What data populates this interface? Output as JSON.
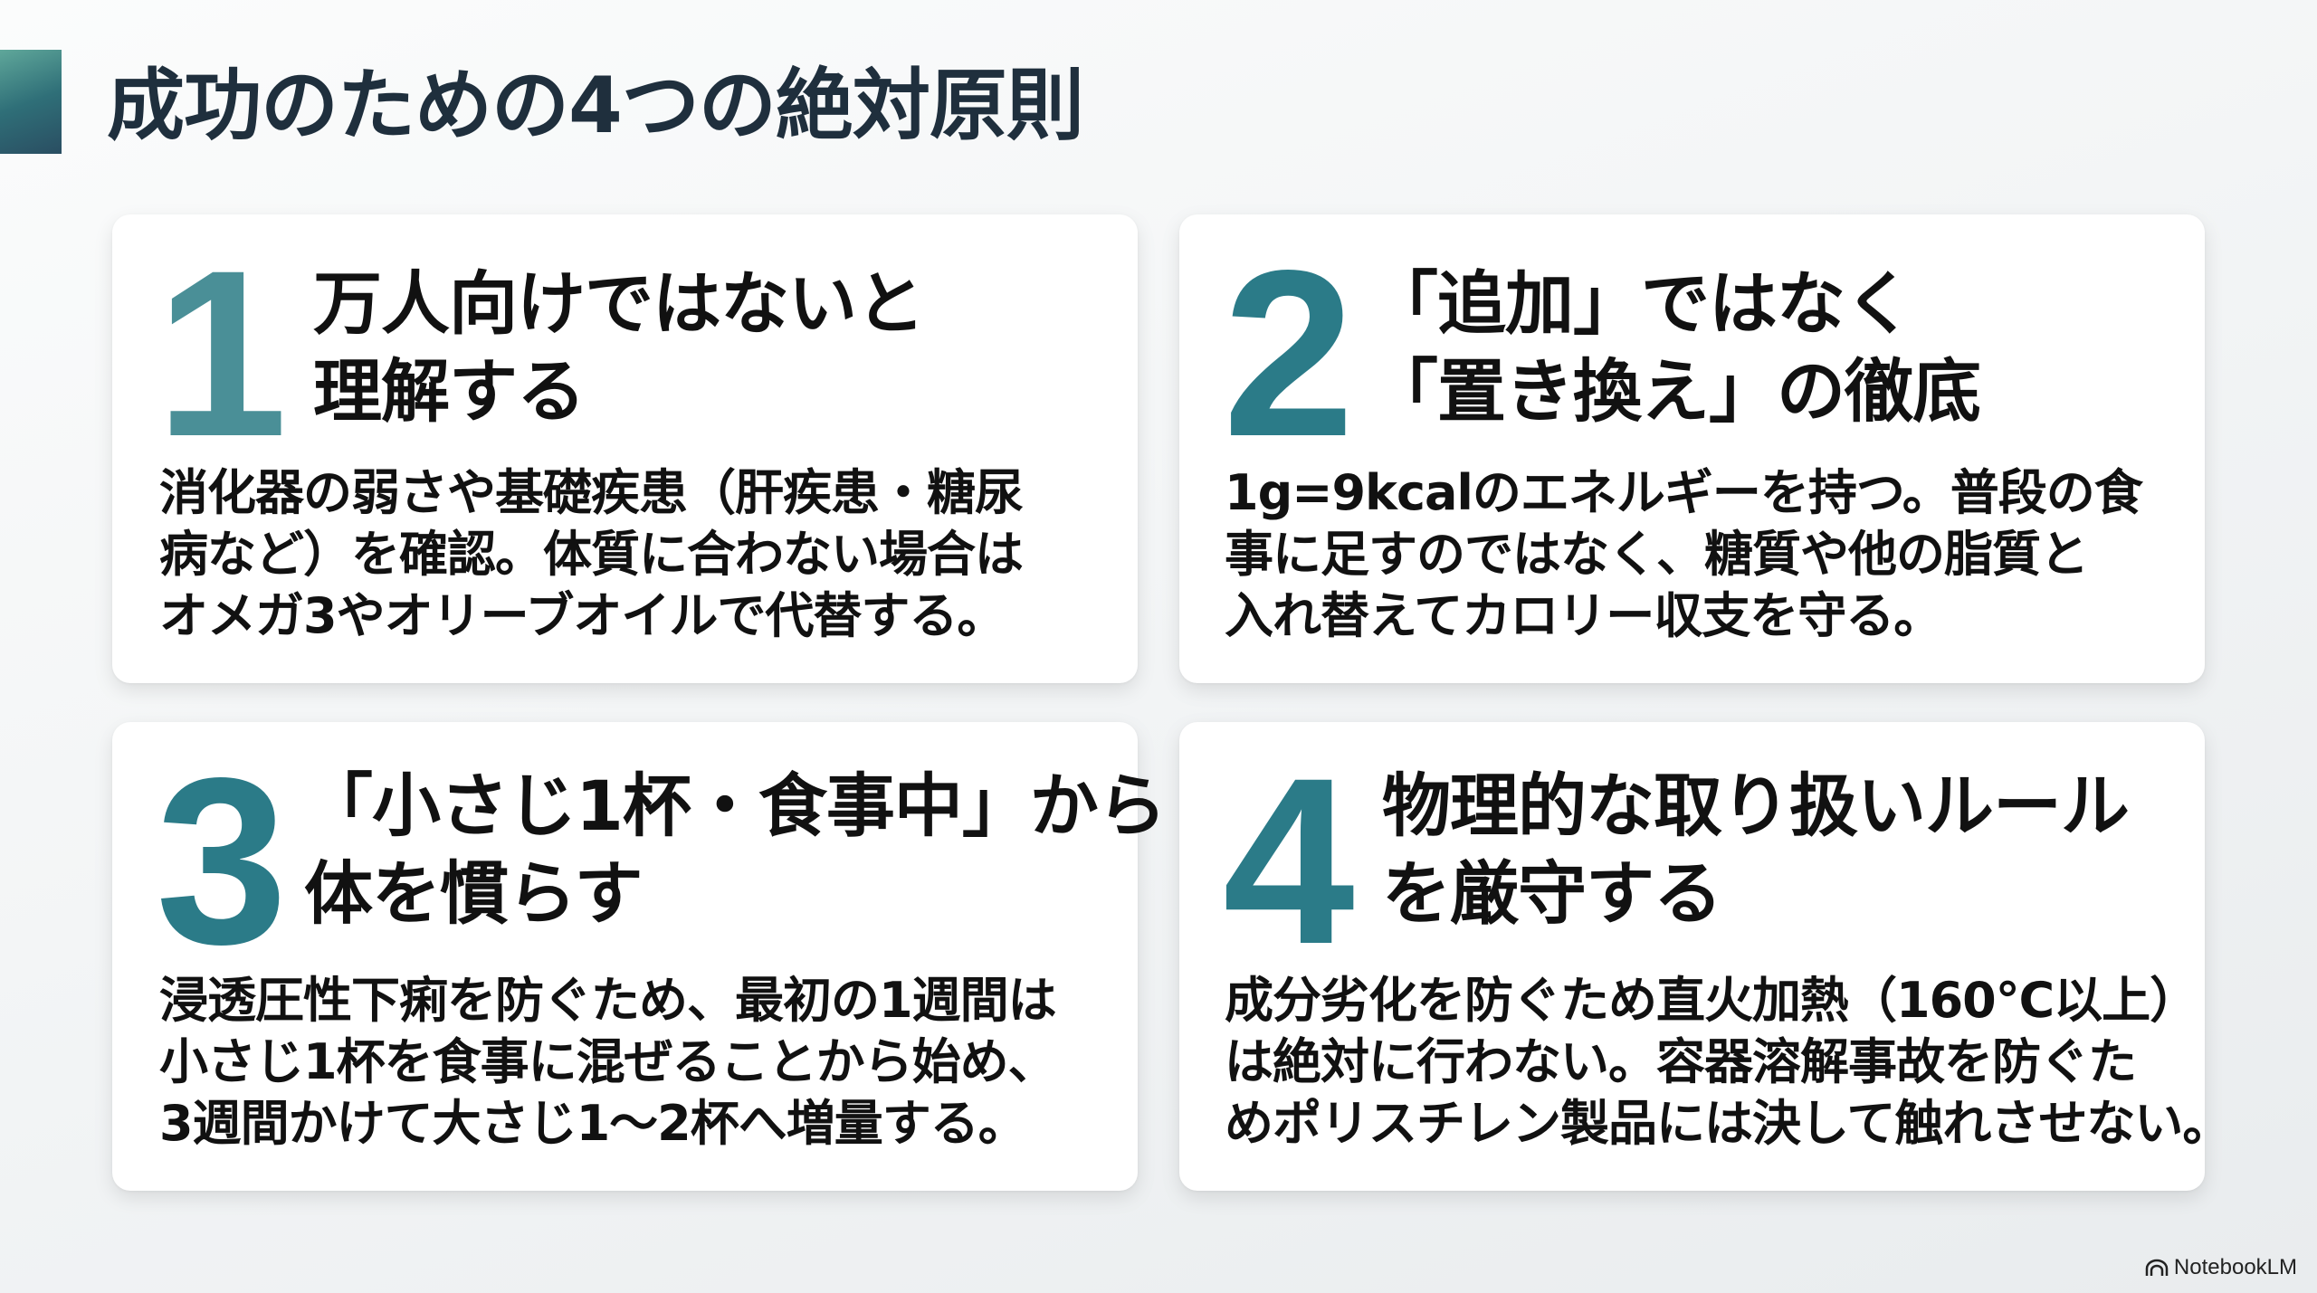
{
  "title": "成功のための4つの絶対原則",
  "colors": {
    "accent": "#2b7b88",
    "title": "#1f2f3d"
  },
  "cards": [
    {
      "number": "1",
      "heading": [
        "万人向けではないと",
        "理解する"
      ],
      "body": [
        "消化器の弱さや基礎疾患（肝疾患・糖尿",
        "病など）を確認。体質に合わない場合は",
        "オメガ3やオリーブオイルで代替する。"
      ]
    },
    {
      "number": "2",
      "heading": [
        "「追加」ではなく",
        "「置き換え」の徹底"
      ],
      "body": [
        "1g=9kcalのエネルギーを持つ。普段の食",
        "事に足すのではなく、糖質や他の脂質と",
        "入れ替えてカロリー収支を守る。"
      ]
    },
    {
      "number": "3",
      "heading": [
        "「小さじ1杯・食事中」から",
        "体を慣らす"
      ],
      "body": [
        "浸透圧性下痢を防ぐため、最初の1週間は",
        "小さじ1杯を食事に混ぜることから始め、",
        "3週間かけて大さじ1〜2杯へ増量する。"
      ]
    },
    {
      "number": "4",
      "heading": [
        "物理的な取り扱いルール",
        "を厳守する"
      ],
      "body": [
        "成分劣化を防ぐため直火加熱（160℃以上）",
        "は絶対に行わない。容器溶解事故を防ぐた",
        "めポリスチレン製品には決して触れさせない。"
      ]
    }
  ],
  "footer": {
    "brand": "NotebookLM",
    "icon": "notebooklm-logo-icon"
  }
}
